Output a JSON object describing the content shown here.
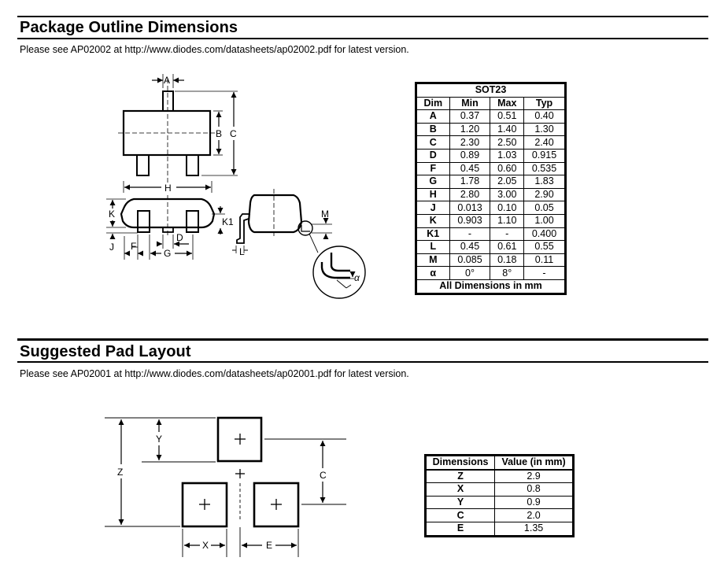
{
  "sections": {
    "outline": {
      "title": "Package Outline Dimensions",
      "note": "Please see AP02002 at http://www.diodes.com/datasheets/ap02002.pdf for latest version."
    },
    "pad": {
      "title": "Suggested Pad Layout",
      "note": "Please see AP02001 at http://www.diodes.com/datasheets/ap02001.pdf for latest version."
    }
  },
  "outline_drawing": {
    "labels": {
      "A": "A",
      "B": "B",
      "C": "C",
      "H": "H",
      "K": "K",
      "K1": "K1",
      "J": "J",
      "F": "F",
      "G": "G",
      "D": "D",
      "L": "L",
      "M": "M",
      "alpha": "α"
    }
  },
  "sot23_table": {
    "title": "SOT23",
    "headers": [
      "Dim",
      "Min",
      "Max",
      "Typ"
    ],
    "rows": [
      [
        "A",
        "0.37",
        "0.51",
        "0.40"
      ],
      [
        "B",
        "1.20",
        "1.40",
        "1.30"
      ],
      [
        "C",
        "2.30",
        "2.50",
        "2.40"
      ],
      [
        "D",
        "0.89",
        "1.03",
        "0.915"
      ],
      [
        "F",
        "0.45",
        "0.60",
        "0.535"
      ],
      [
        "G",
        "1.78",
        "2.05",
        "1.83"
      ],
      [
        "H",
        "2.80",
        "3.00",
        "2.90"
      ],
      [
        "J",
        "0.013",
        "0.10",
        "0.05"
      ],
      [
        "K",
        "0.903",
        "1.10",
        "1.00"
      ],
      [
        "K1",
        "-",
        "-",
        "0.400"
      ],
      [
        "L",
        "0.45",
        "0.61",
        "0.55"
      ],
      [
        "M",
        "0.085",
        "0.18",
        "0.11"
      ],
      [
        "α",
        "0°",
        "8°",
        "-"
      ]
    ],
    "footer": "All Dimensions in mm"
  },
  "pad_drawing": {
    "labels": {
      "Y": "Y",
      "Z": "Z",
      "C": "C",
      "X": "X",
      "E": "E"
    }
  },
  "pad_table": {
    "headers": [
      "Dimensions",
      "Value (in mm)"
    ],
    "rows": [
      [
        "Z",
        "2.9"
      ],
      [
        "X",
        "0.8"
      ],
      [
        "Y",
        "0.9"
      ],
      [
        "C",
        "2.0"
      ],
      [
        "E",
        "1.35"
      ]
    ]
  }
}
